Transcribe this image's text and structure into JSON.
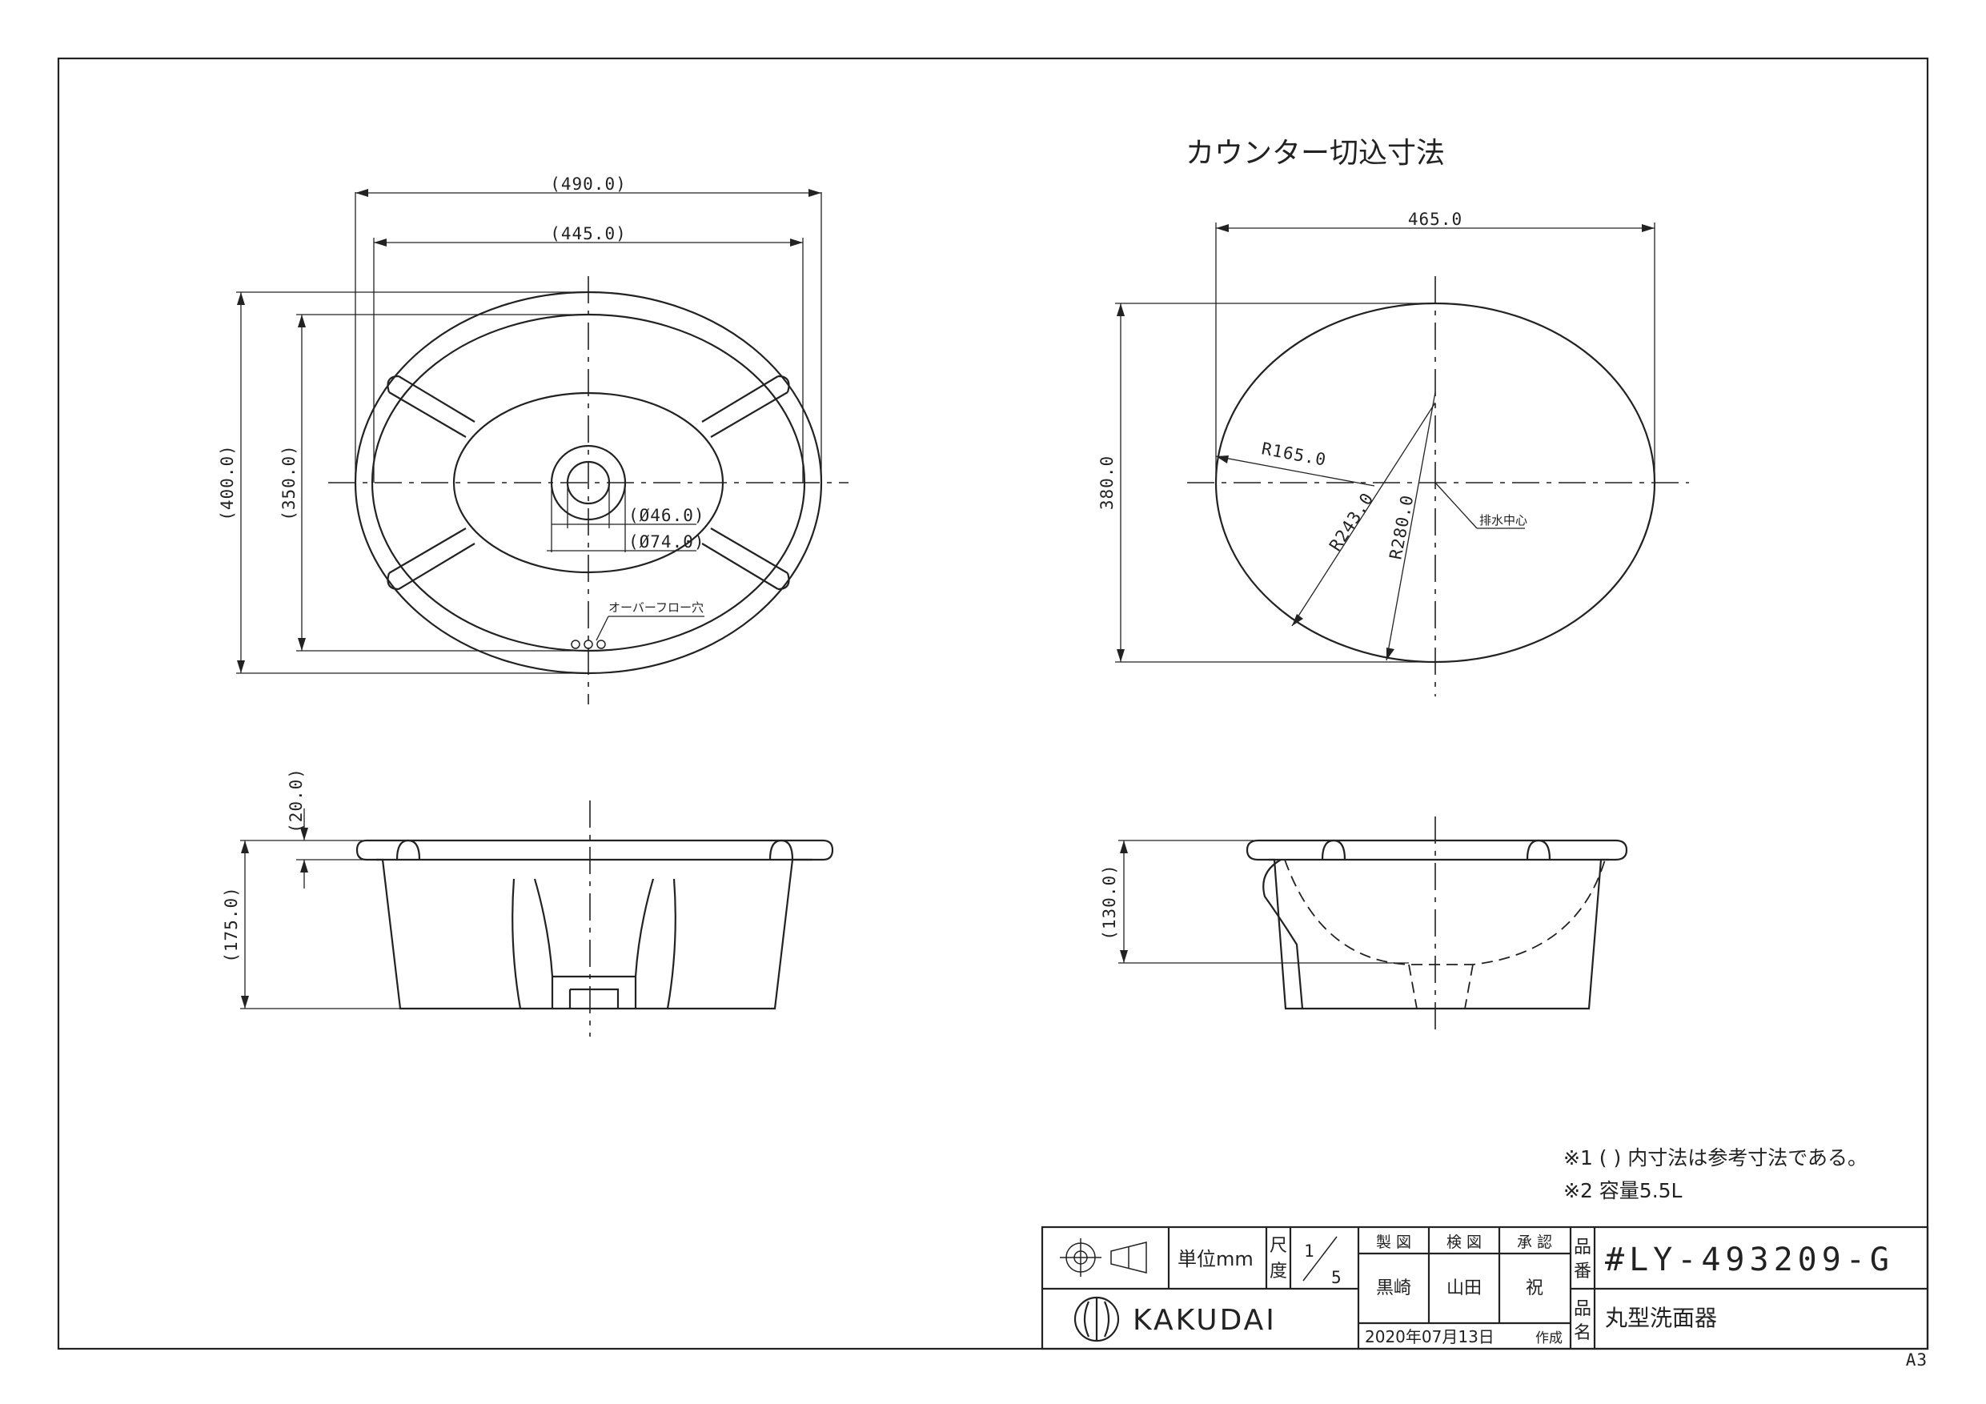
{
  "views": {
    "top": {
      "overall_width": "(490.0)",
      "inner_width": "(445.0)",
      "overall_depth": "(400.0)",
      "inner_depth": "(350.0)",
      "drain_dia_inner": "(Ø46.0)",
      "drain_dia_outer": "(Ø74.0)",
      "overflow_label": "オーバーフロー穴"
    },
    "cutout": {
      "title": "カウンター切込寸法",
      "width": "465.0",
      "depth": "380.0",
      "r1": "R165.0",
      "r2": "R243.0",
      "r3": "R280.0",
      "drain_center": "排水中心"
    },
    "front": {
      "rim": "(20.0)",
      "height": "(175.0)"
    },
    "side": {
      "height": "(130.0)"
    }
  },
  "notes": [
    "※1  ( ) 内寸法は参考寸法である。",
    "※2  容量5.5L"
  ],
  "title_block": {
    "unit": "単位mm",
    "scale_label_1": "尺",
    "scale_label_2": "度",
    "scale_num": "1",
    "scale_den": "5",
    "made_label": "製 図",
    "checked_label": "検 図",
    "approved_label": "承 認",
    "made_by": "黒崎",
    "checked_by": "山田",
    "approved_by": "祝",
    "part_no_label_1": "品",
    "part_no_label_2": "番",
    "part_no": "#LY-493209-G",
    "name_label_1": "品",
    "name_label_2": "名",
    "product_name": "丸型洗面器",
    "company": "KAKUDAI",
    "date": "2020年07月13日",
    "created": "作成",
    "sheet_size": "A3"
  }
}
